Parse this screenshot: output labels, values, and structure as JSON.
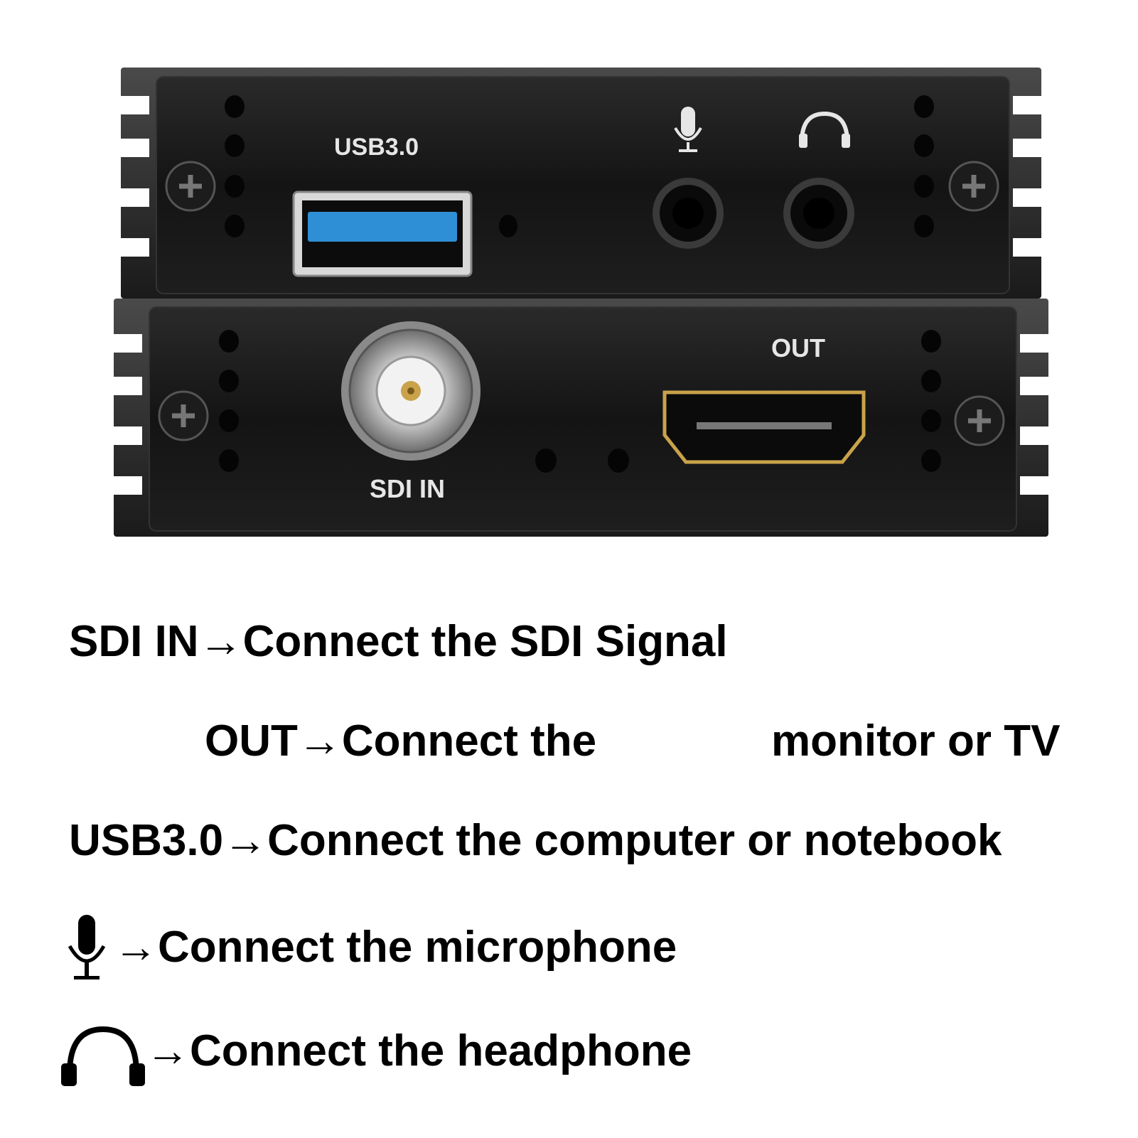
{
  "device": {
    "top_panel": {
      "usb_label": "USB3.0",
      "mic_icon": "microphone-icon",
      "headphone_icon": "headphone-icon"
    },
    "bottom_panel": {
      "sdi_label": "SDI IN",
      "out_label": "OUT"
    },
    "colors": {
      "panel": "#151515",
      "usb_blue": "#2f8fd6",
      "bnc_metal": "#b8b8b8",
      "gold": "#c9a24a"
    }
  },
  "legend": {
    "line1": "SDI IN→Connect the SDI Signal",
    "line2_a": "OUT→Connect the",
    "line2_b": "monitor or TV",
    "line3": "USB3.0→Connect the computer or notebook",
    "line4": "→Connect the microphone",
    "line5": "→Connect the headphone",
    "icons": [
      "microphone-icon",
      "headphone-icon"
    ]
  }
}
